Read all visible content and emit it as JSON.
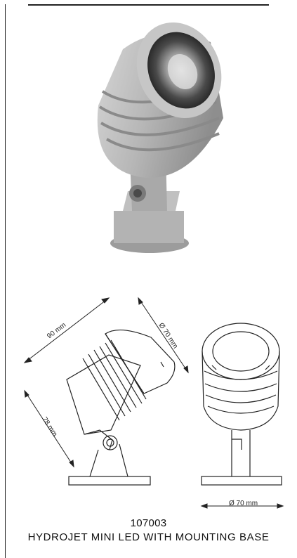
{
  "product": {
    "code": "107003",
    "name": "HYDROJET MINI LED WITH MOUNTING BASE"
  },
  "dimensions": {
    "length": "90 mm",
    "side_diameter": "Ø 70 mm",
    "height": "78 mm",
    "base_diameter": "Ø 70 mm"
  }
}
